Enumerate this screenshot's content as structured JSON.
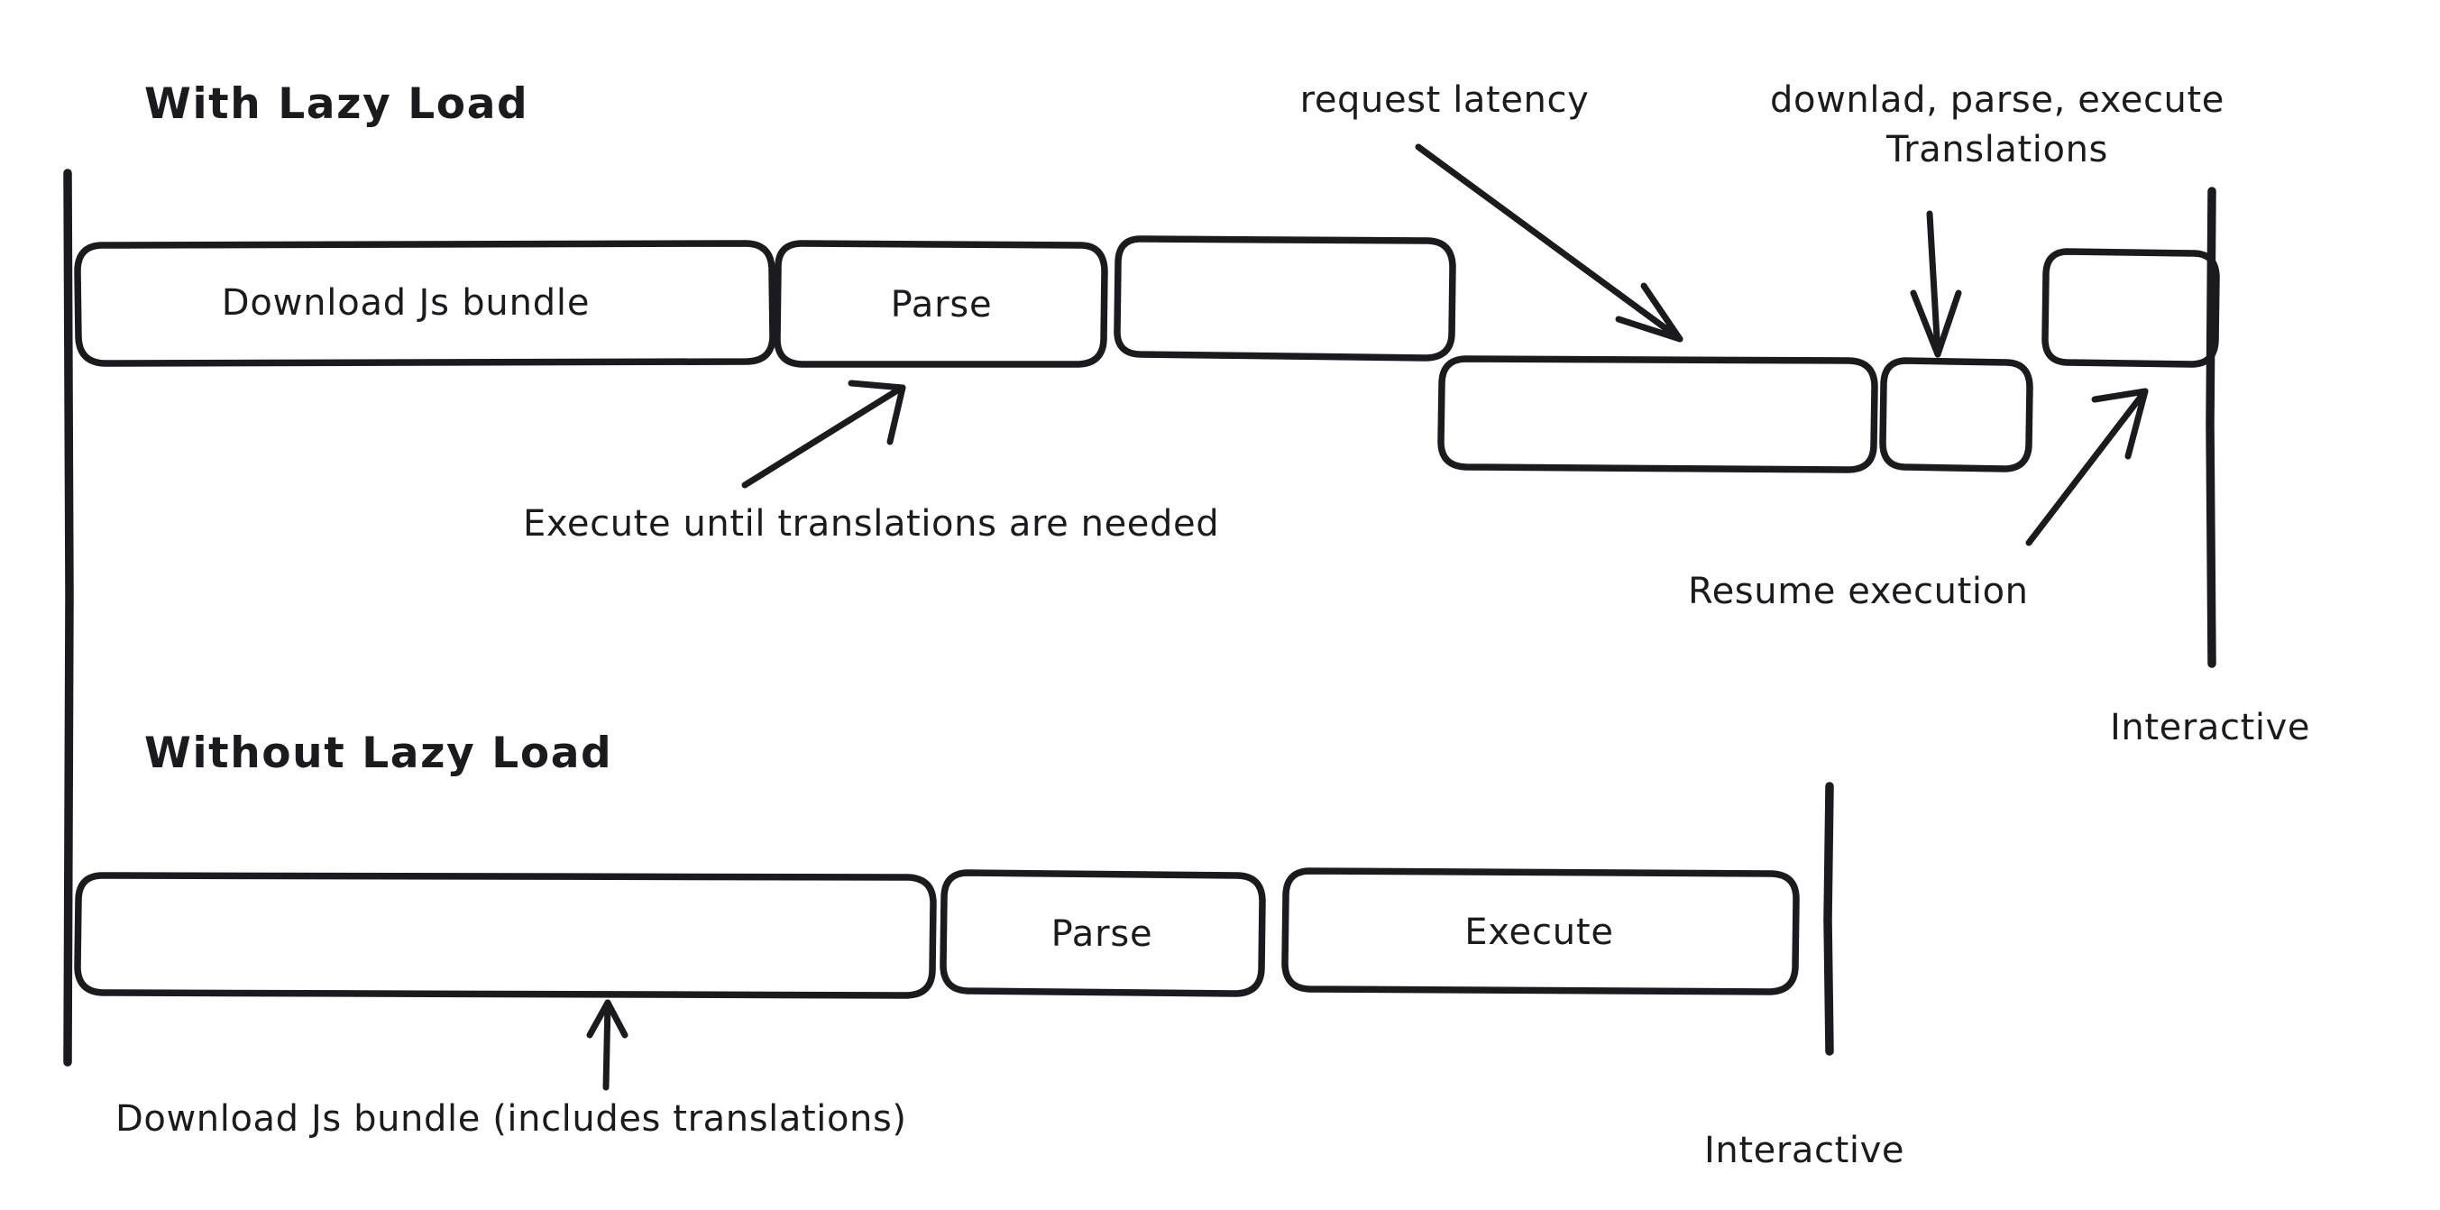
{
  "diagram": {
    "title": "JS bundle lazy load timeline comparison",
    "style": "hand-drawn sketch",
    "stroke_color": "#1b1b1f",
    "background_color": "#ffffff"
  },
  "sections": [
    {
      "id": "with-lazy-load",
      "heading": "With Lazy Load",
      "blocks": [
        {
          "id": "download-js-bundle",
          "label": "Download Js bundle",
          "row": "top"
        },
        {
          "id": "parse",
          "label": "Parse",
          "row": "top"
        },
        {
          "id": "execute-until-translations",
          "label": "",
          "row": "top"
        },
        {
          "id": "request-latency",
          "label": "",
          "row": "bottom"
        },
        {
          "id": "download-parse-execute-translations",
          "label": "",
          "row": "bottom"
        },
        {
          "id": "resume-execution",
          "label": "",
          "row": "top"
        }
      ],
      "annotations": [
        {
          "id": "request-latency-note",
          "text": "request latency"
        },
        {
          "id": "translations-note-line1",
          "text": "downlad, parse, execute"
        },
        {
          "id": "translations-note-line2",
          "text": "Translations"
        },
        {
          "id": "execute-until-note",
          "text": "Execute until translations are needed"
        },
        {
          "id": "resume-execution-note",
          "text": "Resume execution"
        }
      ],
      "marker": {
        "id": "interactive-marker-top",
        "label": "Interactive"
      }
    },
    {
      "id": "without-lazy-load",
      "heading": "Without Lazy Load",
      "blocks": [
        {
          "id": "download-js-bundle-full",
          "label": "",
          "row": "single"
        },
        {
          "id": "parse-full",
          "label": "Parse",
          "row": "single"
        },
        {
          "id": "execute-full",
          "label": "Execute",
          "row": "single"
        }
      ],
      "annotations": [
        {
          "id": "download-full-note",
          "text": "Download Js bundle (includes translations)"
        }
      ],
      "marker": {
        "id": "interactive-marker-bottom",
        "label": "Interactive"
      }
    }
  ],
  "labels": {
    "with_lazy_load": "With Lazy Load",
    "without_lazy_load": "Without Lazy Load",
    "download_js_bundle": "Download Js bundle",
    "parse_top": "Parse",
    "parse_bottom": "Parse",
    "execute_bottom": "Execute",
    "request_latency": "request latency",
    "translations_line1": "downlad, parse, execute",
    "translations_line2": "Translations",
    "execute_until_translations": "Execute until translations are needed",
    "resume_execution": "Resume execution",
    "download_full": "Download Js bundle (includes translations)",
    "interactive_top": "Interactive",
    "interactive_bottom": "Interactive"
  }
}
